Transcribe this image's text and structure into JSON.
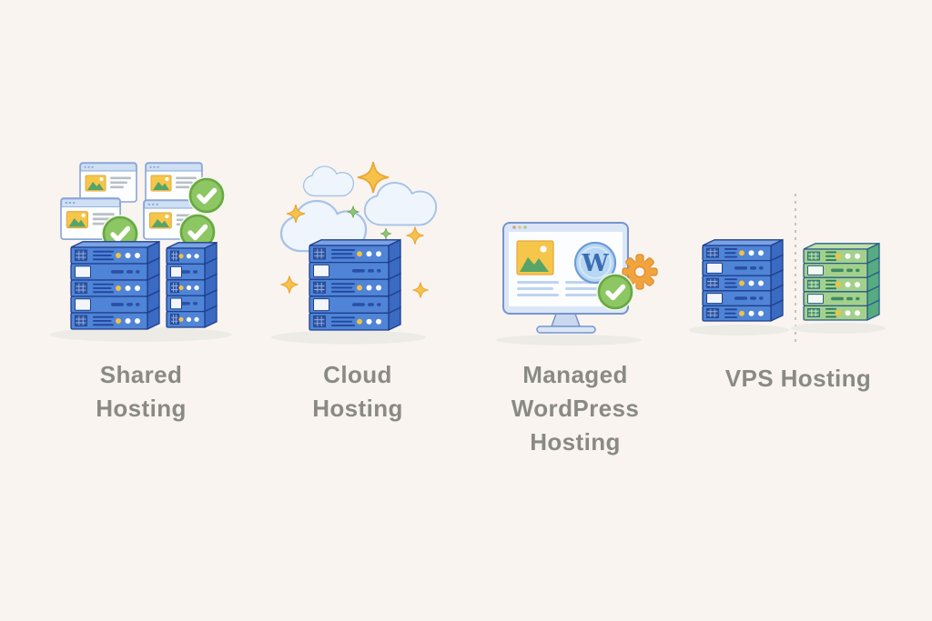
{
  "title": "Web hosting types infographic",
  "sections": {
    "shared": {
      "title": "Shared Hosting"
    },
    "cloud": {
      "title": "Cloud Hosting"
    },
    "managed_wp": {
      "title": "Managed WordPress Hosting"
    },
    "vps": {
      "title": "VPS Hosting"
    }
  },
  "wp_logo": {
    "letter": "W"
  },
  "icons": {
    "check-icon": "green circle with white checkmark",
    "cloud-icon": "puffy cloud outline",
    "sparkle-icon": "four-point star sparkle",
    "gear-icon": "orange cog wheel",
    "wordpress-icon": "serif W inside blue circle",
    "browser-window-icon": "browser window with image thumbnail and text lines",
    "server-stack-icon": "stack of rack servers"
  },
  "palette": {
    "bg": "#f9f4f0",
    "label_text": "#8a8a85",
    "shadow": "#ecebe6",
    "window_body": "#fdfeff",
    "window_header": "#cfdff4",
    "window_border": "#8aa7d6",
    "window_text_line": "#b9bfc6",
    "image_placeholder": "#f5c64a",
    "image_placeholder_border": "#e2a93c",
    "image_mountain": "#57a468",
    "check_fill": "#8cc763",
    "check_border": "#69a744",
    "check_halo": "#eef6e6",
    "check_mark": "#ffffff",
    "cloud_fill": "#eff5fc",
    "cloud_border": "#a6c3e8",
    "star_gold": "#f7c24a",
    "star_gold_border": "#eaa530",
    "star_green": "#8fc573",
    "star_green_border": "#6ba356",
    "monitor_bezel": "#dbe7f7",
    "monitor_border": "#7695cc",
    "stand_fill": "#c9d8ef",
    "screen_fill": "#fcfdff",
    "screen_text_line": "#bdd4f0",
    "wp_circle_fill": "#b8d7f2",
    "wp_circle_border": "#6d9cd8",
    "wp_inner_ring": "#dcebf8",
    "wp_letter": "#3a6cb4",
    "gear_fill": "#f2a43c",
    "gear_border": "#db8c2c",
    "dashed_divider": "#b6b2ad",
    "traffic_dot_red": "#dc9a90",
    "traffic_dot_yellow": "#e3c27a",
    "traffic_dot_green": "#a9c98e",
    "server_blue": {
      "face": "#4f84d6",
      "side": "#3a6ac1",
      "top": "#7aa3e6",
      "border": "#1f3f8c",
      "stripe": "#23479e",
      "vent": "#33549f",
      "vent_grid": "#8fb1e8",
      "slot": "#f2f6fb",
      "dot_yellow": "#f2c043",
      "dot_white": "#fdfdfd"
    },
    "server_green": {
      "face": "#a3d18c",
      "side": "#57ab80",
      "top": "#bfe0a8",
      "border": "#2a5d8a",
      "stripe": "#2e7d5c",
      "vent": "#4f9a6e",
      "vent_grid": "#d8eec4",
      "slot": "#f4f9f0",
      "dot_yellow": "#f2c043",
      "dot_white": "#fdfdfd"
    }
  }
}
